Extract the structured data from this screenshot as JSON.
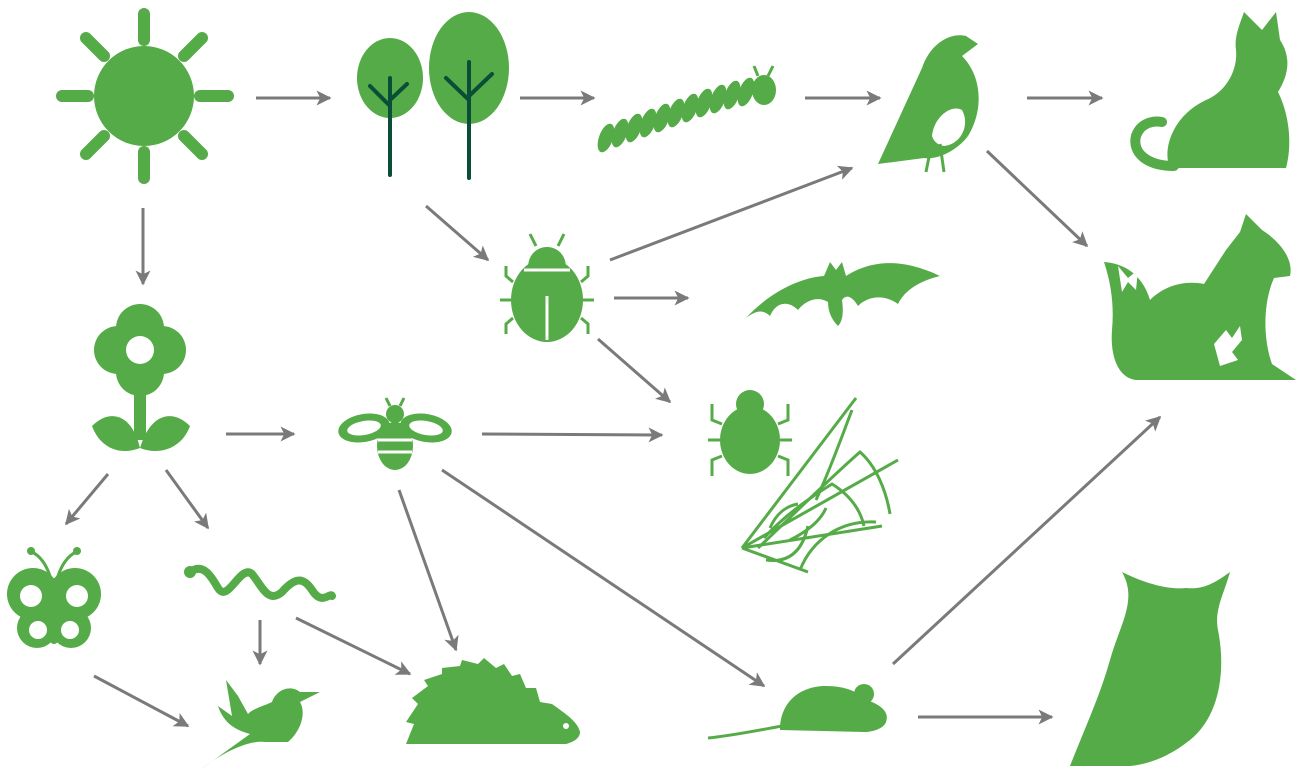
{
  "colors": {
    "icon": "#55ab47",
    "stem": "#0b4e38",
    "arrow": "#7a7a7a",
    "background": "#ffffff"
  },
  "nodes": [
    {
      "id": "sun",
      "icon": "sun-icon"
    },
    {
      "id": "trees",
      "icon": "trees-icon"
    },
    {
      "id": "caterpillar",
      "icon": "caterpillar-icon"
    },
    {
      "id": "bird",
      "icon": "bird-icon"
    },
    {
      "id": "cat",
      "icon": "cat-icon"
    },
    {
      "id": "beetle",
      "icon": "beetle-icon"
    },
    {
      "id": "bat",
      "icon": "bat-icon"
    },
    {
      "id": "fox",
      "icon": "fox-icon"
    },
    {
      "id": "flower",
      "icon": "flower-icon"
    },
    {
      "id": "bee",
      "icon": "bee-icon"
    },
    {
      "id": "spider",
      "icon": "spider-web-icon"
    },
    {
      "id": "butterfly",
      "icon": "butterfly-icon"
    },
    {
      "id": "worm",
      "icon": "worm-icon"
    },
    {
      "id": "hummingbird",
      "icon": "hummingbird-icon"
    },
    {
      "id": "hedgehog",
      "icon": "hedgehog-icon"
    },
    {
      "id": "mouse",
      "icon": "mouse-icon"
    },
    {
      "id": "owl",
      "icon": "owl-icon"
    }
  ],
  "edges": [
    {
      "from": "sun",
      "to": "trees"
    },
    {
      "from": "trees",
      "to": "caterpillar"
    },
    {
      "from": "caterpillar",
      "to": "bird"
    },
    {
      "from": "bird",
      "to": "cat"
    },
    {
      "from": "sun",
      "to": "flower"
    },
    {
      "from": "trees",
      "to": "beetle"
    },
    {
      "from": "beetle",
      "to": "bird"
    },
    {
      "from": "bird",
      "to": "fox"
    },
    {
      "from": "beetle",
      "to": "bat"
    },
    {
      "from": "beetle",
      "to": "spider"
    },
    {
      "from": "flower",
      "to": "bee"
    },
    {
      "from": "bee",
      "to": "spider"
    },
    {
      "from": "flower",
      "to": "butterfly"
    },
    {
      "from": "flower",
      "to": "worm"
    },
    {
      "from": "bee",
      "to": "hedgehog"
    },
    {
      "from": "bee",
      "to": "mouse"
    },
    {
      "from": "worm",
      "to": "hummingbird"
    },
    {
      "from": "worm",
      "to": "hedgehog"
    },
    {
      "from": "butterfly",
      "to": "hummingbird"
    },
    {
      "from": "mouse",
      "to": "fox"
    },
    {
      "from": "mouse",
      "to": "owl"
    }
  ]
}
